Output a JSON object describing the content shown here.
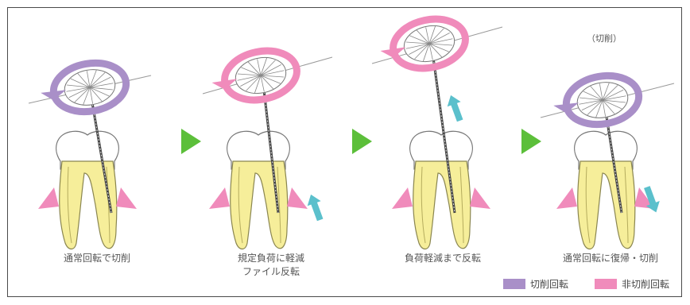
{
  "panels": [
    {
      "caption": "通常回転で切削"
    },
    {
      "caption_line1": "規定負荷に軽減",
      "caption_line2": "ファイル反転"
    },
    {
      "caption": "負荷軽減まで反転"
    },
    {
      "caption": "通常回転に復帰・切削",
      "note": "（切削）"
    }
  ],
  "legend": [
    {
      "label": "切削回転",
      "color": "#a98fc8"
    },
    {
      "label": "非切削回転",
      "color": "#f08bbb"
    }
  ],
  "colors": {
    "root": "#f6ee9a",
    "gum": "#f08bbb",
    "rotation_cut": "#a98fc8",
    "rotation_noncut": "#f08bbb",
    "arrow": "#5bc0cc",
    "step_arrow": "#5cbf3a"
  },
  "icons": [
    "tooth",
    "file",
    "rotation-arrow",
    "up-arrow",
    "down-arrow",
    "step-triangle"
  ]
}
